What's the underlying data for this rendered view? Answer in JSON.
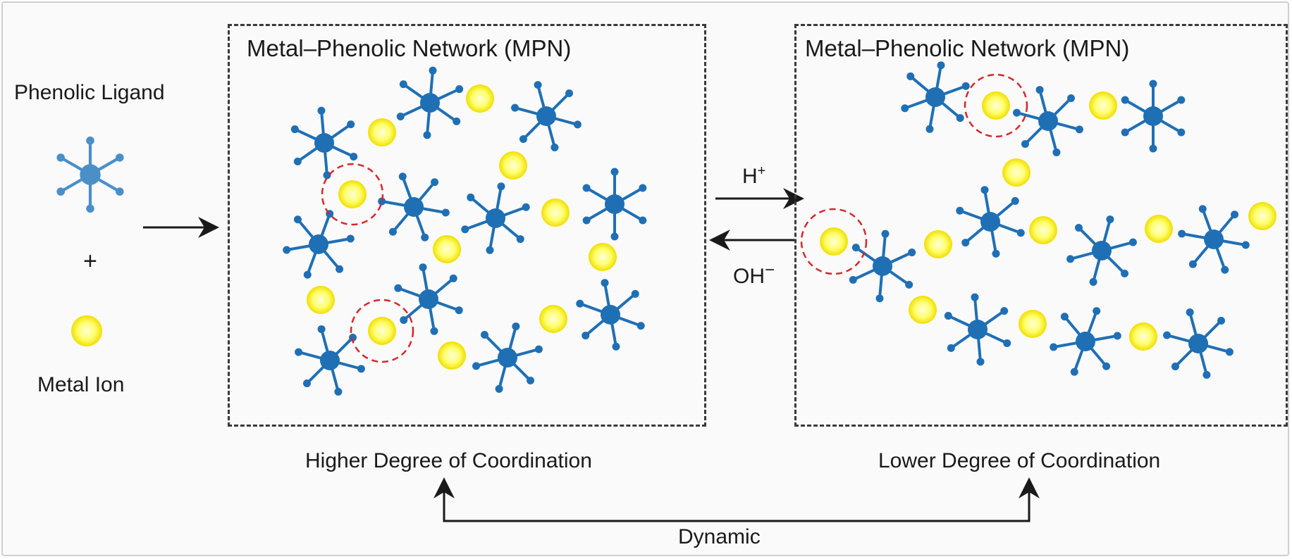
{
  "legend": {
    "ligand_label": "Phenolic Ligand",
    "plus": "+",
    "ion_label": "Metal Ion"
  },
  "left_panel": {
    "title": "Metal–Phenolic Network (MPN)",
    "caption": "Higher Degree of Coordination"
  },
  "right_panel": {
    "title": "Metal–Phenolic Network (MPN)",
    "caption": "Lower Degree of Coordination"
  },
  "reaction": {
    "forward_label": "H",
    "forward_sup": "+",
    "reverse_label": "OH",
    "reverse_sup": "−"
  },
  "dynamic_label": "Dynamic",
  "colors": {
    "ligand": "#1f6fb5",
    "ligand_legend": "#4a8fc8",
    "ion_core": "#ffff80",
    "ion_edge": "#f2e300",
    "highlight": "#d9262b",
    "arrow": "#1a1a1a",
    "box_border": "#3a3a3a"
  }
}
